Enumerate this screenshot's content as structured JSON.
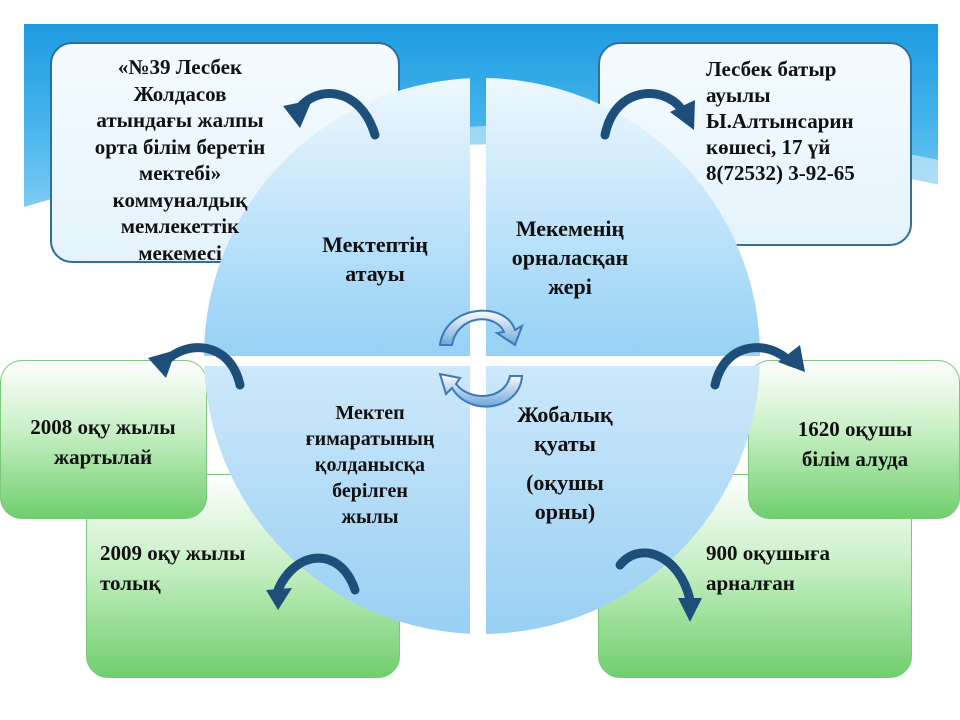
{
  "center_labels": {
    "top_left": [
      "Мектептің",
      "атауы"
    ],
    "top_right": [
      "Мекеменің",
      "орналасқан",
      "жері"
    ],
    "bottom_left": [
      "Мектеп",
      "ғимаратының",
      "қолданысқа",
      "берілген",
      "жылы"
    ],
    "bottom_right": [
      "Жобалық",
      "қуаты",
      "(оқушы",
      "орны)"
    ]
  },
  "boxes": {
    "school_name": [
      "«№39 Лесбек",
      "Жолдасов",
      "атындағы жалпы",
      "орта білім беретін",
      "мектебі»",
      "коммуналдық",
      "мемлекеттік",
      "мекемесі"
    ],
    "address": [
      "Лесбек батыр",
      "ауылы",
      "Ы.Алтынсарин",
      "көшесі, 17 үй",
      "8(72532) 3-92-65"
    ],
    "year_partial": [
      "2008 оқу жылы",
      "жартылай"
    ],
    "year_full": [
      "2009 оқу жылы",
      "толық"
    ],
    "students_current": [
      "1620 оқушы",
      "білім алуда"
    ],
    "capacity": [
      "900 оқушыға",
      "арналған"
    ]
  },
  "colors": {
    "arrow": "#1d4f7a",
    "accent_blue": "#1e9be0",
    "accent_green": "#6fcf6e"
  }
}
